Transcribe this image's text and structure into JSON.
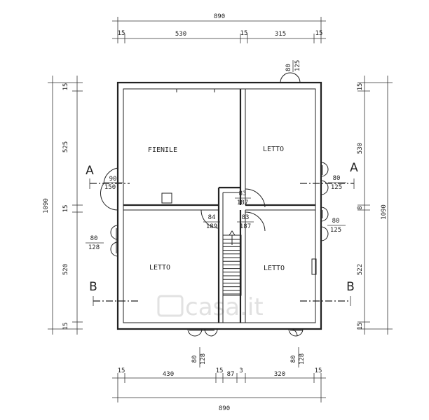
{
  "plan": {
    "rooms": [
      "FIENILE",
      "LETTO",
      "LETTO",
      "LETTO"
    ],
    "section_marks": [
      "A",
      "A",
      "B",
      "B"
    ],
    "watermark": "casa.it",
    "top_dims": {
      "total": "890",
      "segments": [
        "15",
        "530",
        "15",
        "315",
        "15"
      ]
    },
    "bottom_dims": {
      "total": "890",
      "segments": [
        "15",
        "430",
        "15",
        "87",
        "3",
        "320",
        "15"
      ]
    },
    "left_dims": {
      "total": "1090",
      "segments": [
        "15",
        "525",
        "15",
        "520",
        "15"
      ]
    },
    "right_dims": {
      "total": "1090",
      "segments": [
        "15",
        "530",
        "8",
        "522",
        "15"
      ]
    },
    "openings": [
      {
        "top": "80",
        "bottom": "125"
      },
      {
        "top": "90",
        "bottom": "150"
      },
      {
        "top": "80",
        "bottom": "125"
      },
      {
        "top": "80",
        "bottom": "125"
      },
      {
        "top": "80",
        "bottom": "128"
      },
      {
        "top": "83",
        "bottom": "187"
      },
      {
        "top": "84",
        "bottom": "189"
      },
      {
        "top": "83",
        "bottom": "187"
      },
      {
        "top": "80",
        "bottom": "128"
      },
      {
        "top": "80",
        "bottom": "128"
      }
    ]
  }
}
